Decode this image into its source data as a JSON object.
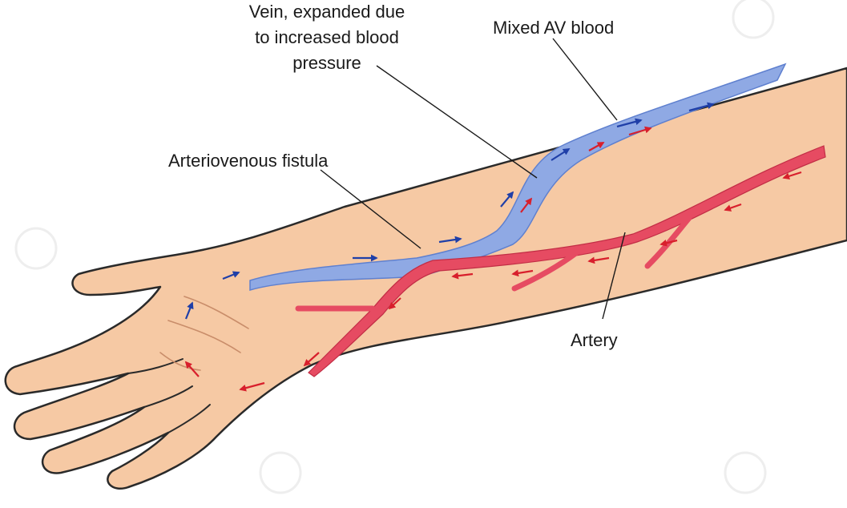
{
  "labels": {
    "vein_line1": "Vein, expanded due",
    "vein_line2": "to increased blood",
    "vein_line3": "pressure",
    "mixed": "Mixed AV blood",
    "fistula": "Arteriovenous fistula",
    "artery": "Artery"
  },
  "colors": {
    "skin": "#f6c9a4",
    "outline": "#2a2a2a",
    "vein": "#8fa9e4",
    "vein_edge": "#5f80cf",
    "artery": "#e64b62",
    "artery_edge": "#c22d45",
    "arrow_blue": "#1f3fa8",
    "arrow_red": "#d81f2c"
  },
  "icons": {
    "blue_arrow": "arrow-icon",
    "red_arrow": "arrow-icon",
    "watermark": "spiral-watermark-icon"
  }
}
